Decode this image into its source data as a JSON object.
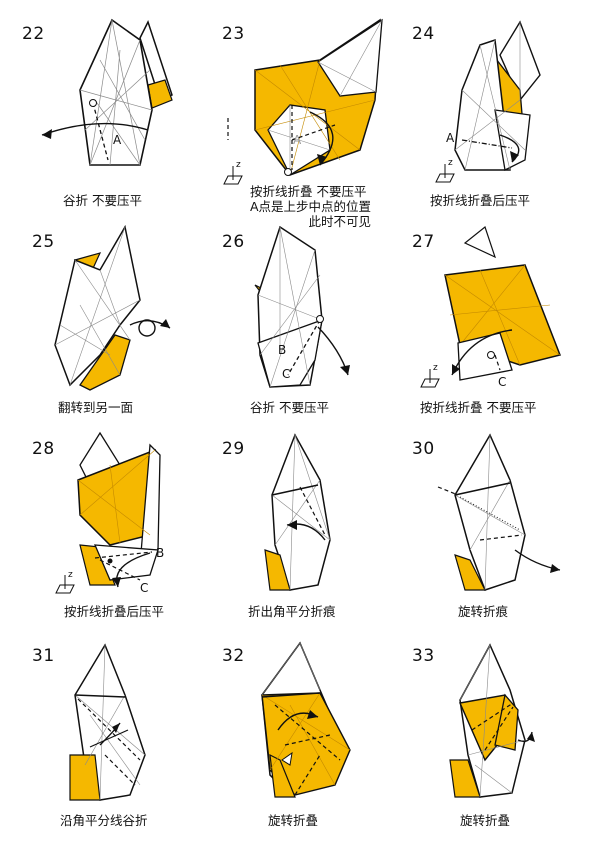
{
  "steps": [
    {
      "num": "22",
      "caption": "谷折 不要压平"
    },
    {
      "num": "23",
      "caption_lines": [
        "按折线折叠 不要压平",
        "A点是上步中点的位置",
        "此时不可见"
      ]
    },
    {
      "num": "24",
      "caption": "按折线折叠后压平"
    },
    {
      "num": "25",
      "caption": "翻转到另一面"
    },
    {
      "num": "26",
      "caption": "谷折 不要压平"
    },
    {
      "num": "27",
      "caption": "按折线折叠 不要压平"
    },
    {
      "num": "28",
      "caption": "按折线折叠后压平"
    },
    {
      "num": "29",
      "caption": "折出角平分折痕"
    },
    {
      "num": "30",
      "caption": "旋转折痕"
    },
    {
      "num": "31",
      "caption": "沿角平分线谷折"
    },
    {
      "num": "32",
      "caption": "旋转折叠"
    },
    {
      "num": "33",
      "caption": "旋转折叠"
    }
  ],
  "point_labels": {
    "A": "A",
    "B": "B",
    "C": "C",
    "z": "z"
  },
  "colors": {
    "paper_white": "#ffffff",
    "paper_yellow": "#f5b800",
    "line": "#111111",
    "crease": "#8a8a8a"
  }
}
